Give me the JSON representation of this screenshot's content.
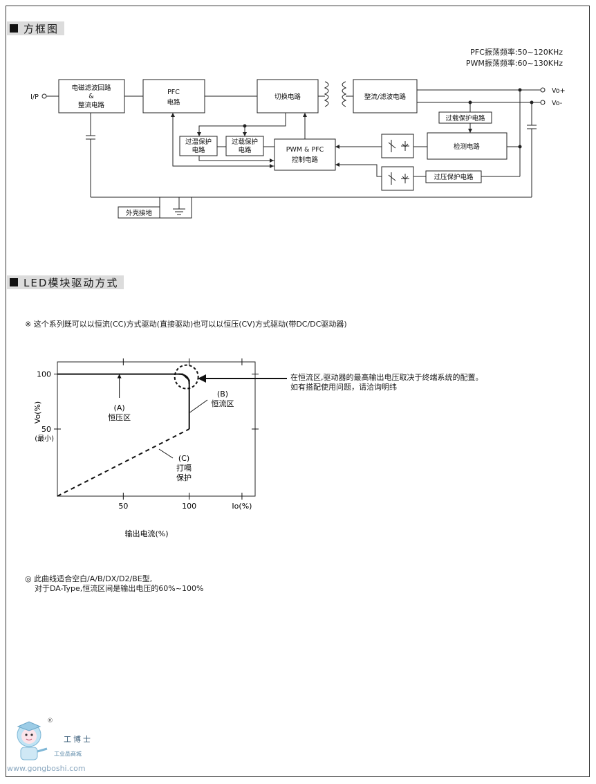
{
  "sections": {
    "block_diagram_title": "方框图",
    "led_title": "LED模块驱动方式"
  },
  "freq": {
    "pfc": "PFC振荡频率:50~120KHz",
    "pwm": "PWM振荡频率:60~130KHz"
  },
  "block_diagram": {
    "ip": "I/P",
    "emi_1": "电磁滤波回路",
    "emi_amp": "&",
    "emi_2": "整流电路",
    "pfc_1": "PFC",
    "pfc_2": "电路",
    "switch": "切换电路",
    "rect": "整流/滤波电路",
    "vo_plus": "Vo+",
    "vo_minus": "Vo-",
    "overload_top": "过载保护电路",
    "detect": "检测电路",
    "otp_1": "过温保护",
    "otp_2": "电路",
    "olp_1": "过载保护",
    "olp_2": "电路",
    "pwm_1": "PWM & PFC",
    "pwm_2": "控制电路",
    "ovp": "过压保护电路",
    "case_ground": "外壳接地"
  },
  "led": {
    "intro": "※ 这个系列既可以以恒流(CC)方式驱动(直接驱动)也可以以恒压(CV)方式驱动(带DC/DC驱动器)",
    "annotation_1": "在恒流区,驱动器的最高输出电压取决于终端系统的配置。",
    "annotation_2": "如有搭配使用问题，请洽询明纬",
    "note_1": "◎ 此曲线适合空白/A/B/DX/D2/BE型,",
    "note_2": "对于DA-Type,恒流区间是输出电压的60%~100%"
  },
  "chart_data": {
    "type": "line",
    "title": "",
    "xlabel": "输出电流(%)",
    "ylabel": "Vo(%)",
    "x_ticks": [
      "50",
      "100",
      "Io(%)"
    ],
    "y_ticks": [
      "100",
      "50",
      "(最小)"
    ],
    "xlim": [
      0,
      150
    ],
    "ylim": [
      0,
      110
    ],
    "series": [
      {
        "name": "",
        "style": "solid",
        "x": [
          0,
          95,
          100,
          100,
          100
        ],
        "y": [
          100,
          100,
          95,
          90,
          55
        ]
      },
      {
        "name": "",
        "style": "dashed",
        "x": [
          0,
          100
        ],
        "y": [
          0,
          55
        ]
      }
    ],
    "regions": [
      {
        "id": "A",
        "label_1": "(A)",
        "label_2": "恒压区"
      },
      {
        "id": "B",
        "label_1": "(B)",
        "label_2": "恒流区"
      },
      {
        "id": "C",
        "label_1": "(C)",
        "label_2": "打嗝",
        "label_3": "保护"
      }
    ]
  },
  "logo": {
    "registered": "®",
    "name": "工博士",
    "tagline": "工业品商城",
    "url": "www.gongboshi.com"
  }
}
